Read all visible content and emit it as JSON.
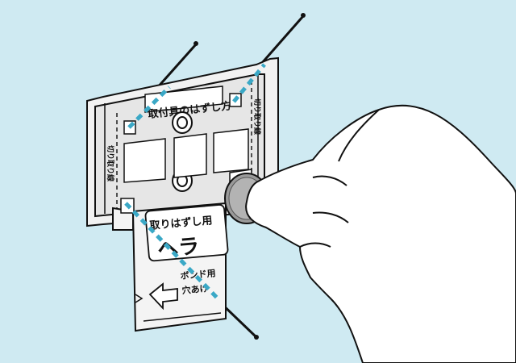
{
  "colors": {
    "background": "#cfeaf2",
    "cut_line": "#3aa8c6",
    "outline": "#111111",
    "plate": "#ececec",
    "seal": "#9a9a9a"
  },
  "labels": {
    "header": "取付具のはずし方",
    "cut_line_left": "切り取り線",
    "cut_line_right": "切り取り線",
    "tool_title": "取りはずし用",
    "tool_name": "ヘラ",
    "bond_line1": "ボンド用",
    "bond_line2": "穴あけ"
  },
  "icons": [
    "pin-icon",
    "seal-disk-icon",
    "hand-icon",
    "arrow-left-icon",
    "ring-icon"
  ]
}
